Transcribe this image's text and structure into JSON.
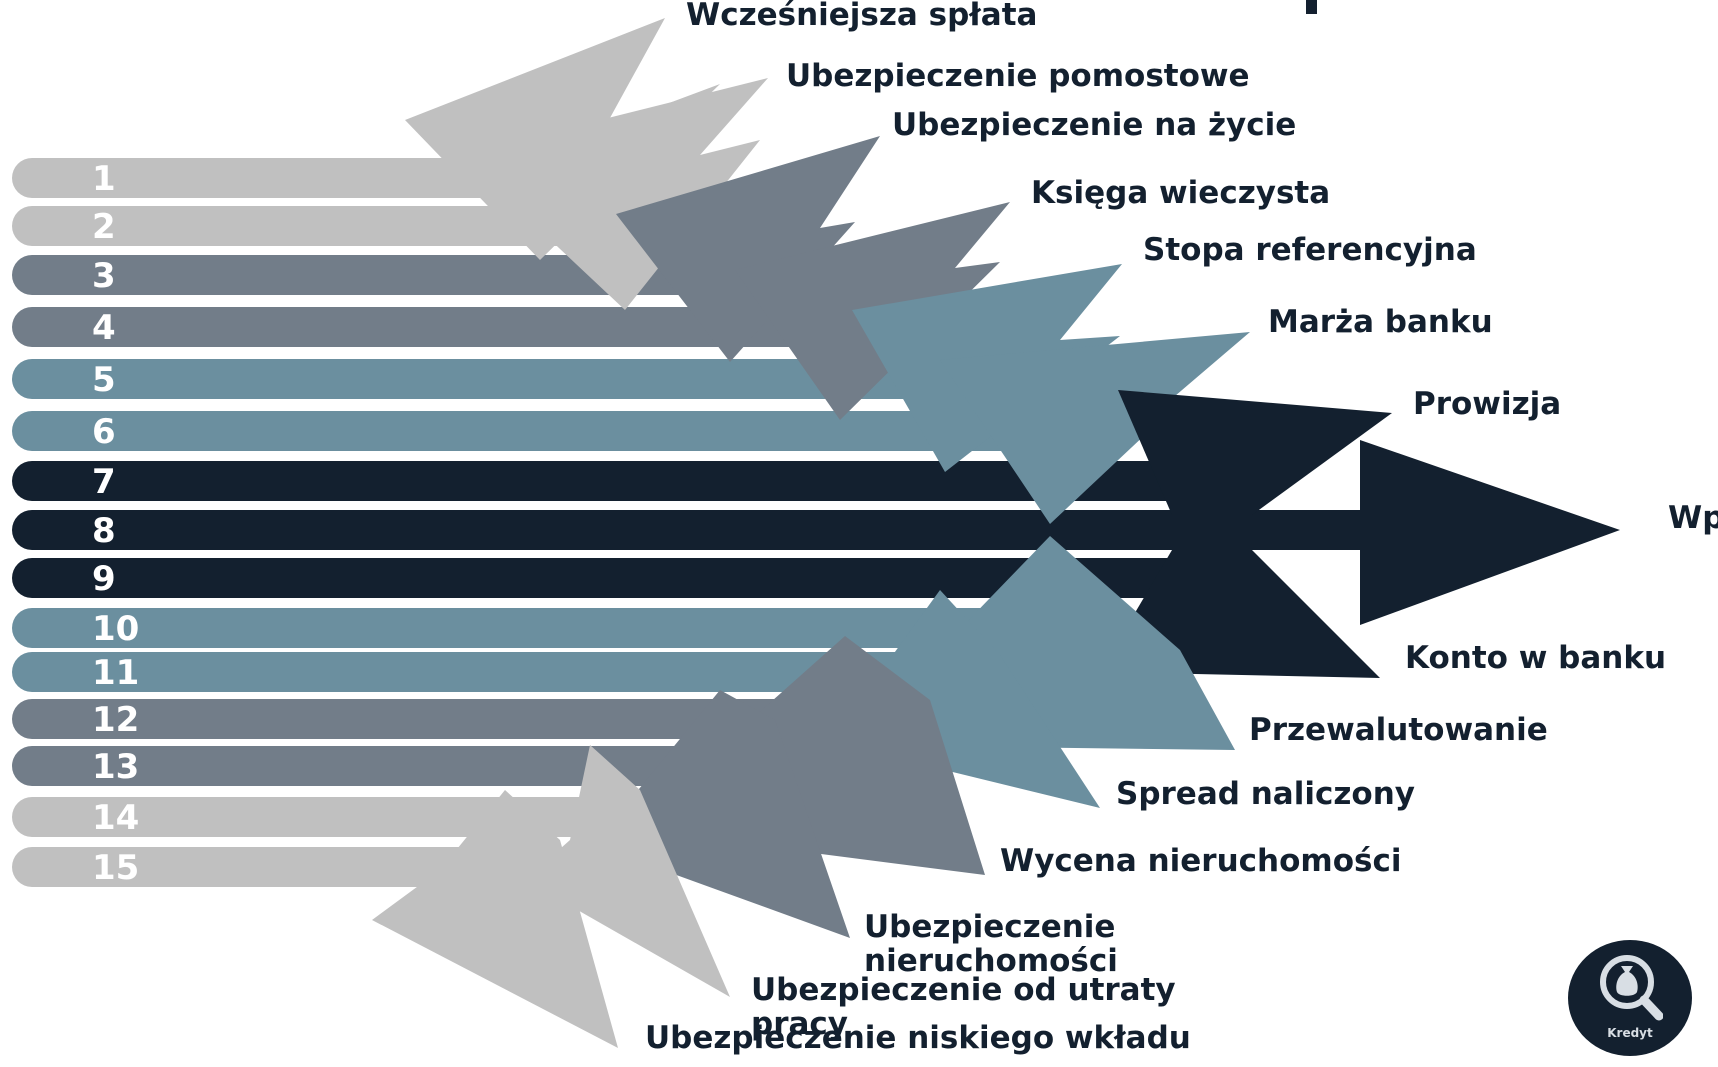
{
  "colors": {
    "light": "#c0c0c0",
    "slate": "#727d89",
    "teal": "#6b8f9f",
    "dark": "#13202f",
    "text": "#13202f"
  },
  "bars": [
    {
      "number": "1",
      "tone": "light"
    },
    {
      "number": "2",
      "tone": "light"
    },
    {
      "number": "3",
      "tone": "slate"
    },
    {
      "number": "4",
      "tone": "slate"
    },
    {
      "number": "5",
      "tone": "teal"
    },
    {
      "number": "6",
      "tone": "teal"
    },
    {
      "number": "7",
      "tone": "dark"
    },
    {
      "number": "8",
      "tone": "dark"
    },
    {
      "number": "9",
      "tone": "dark"
    },
    {
      "number": "10",
      "tone": "teal"
    },
    {
      "number": "11",
      "tone": "teal"
    },
    {
      "number": "12",
      "tone": "slate"
    },
    {
      "number": "13",
      "tone": "slate"
    },
    {
      "number": "14",
      "tone": "light"
    },
    {
      "number": "15",
      "tone": "light"
    }
  ],
  "labels": [
    {
      "lines": [
        "Wcześniejsza spłata"
      ]
    },
    {
      "lines": [
        "Ubezpieczenie pomostowe"
      ]
    },
    {
      "lines": [
        "Ubezpieczenie na życie"
      ]
    },
    {
      "lines": [
        "Księga wieczysta"
      ]
    },
    {
      "lines": [
        "Stopa referencyjna"
      ]
    },
    {
      "lines": [
        "Marża banku"
      ]
    },
    {
      "lines": [
        "Prowizja"
      ]
    },
    {
      "lines": [
        "Wpis"
      ]
    },
    {
      "lines": [
        "Konto w banku"
      ]
    },
    {
      "lines": [
        "Przewalutowanie"
      ]
    },
    {
      "lines": [
        "Spread naliczony"
      ]
    },
    {
      "lines": [
        "Wycena nieruchomości"
      ]
    },
    {
      "lines": [
        "Ubezpieczenie",
        "nieruchomości"
      ]
    },
    {
      "lines": [
        "Ubezpieczenie od utraty",
        "pracy"
      ]
    },
    {
      "lines": [
        "Ubezpieczenie niskiego wkładu"
      ]
    }
  ],
  "logo": {
    "icon": "magnifier-money-bag-icon",
    "text": "Kredyt"
  }
}
